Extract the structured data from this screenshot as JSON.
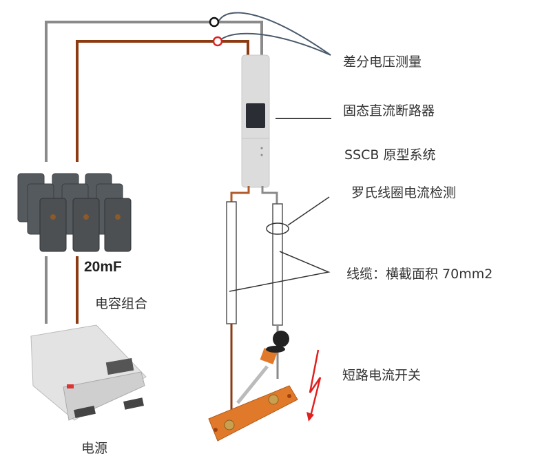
{
  "title": "SSCB prototype test setup",
  "labels": {
    "voltage_measure": "差分电压测量",
    "sscb": "固态直流断路器",
    "prototype": "SSCB 原型系统",
    "rogowski": "罗氏线圈电流检测",
    "cable": "线缆：横截面积 70mm2",
    "short_switch": "短路电流开关",
    "capacitance": "20mF",
    "capacitor_bank": "电容组合",
    "power_supply": "电源"
  },
  "colors": {
    "positive_wire": "#8B3A12",
    "negative_wire": "#8a8a8a",
    "probe_wire": "#4a5a6a",
    "probe_pos": "#e02020",
    "probe_neg": "#111111",
    "lightning": "#e02020",
    "switch_base": "#e07a2a"
  }
}
